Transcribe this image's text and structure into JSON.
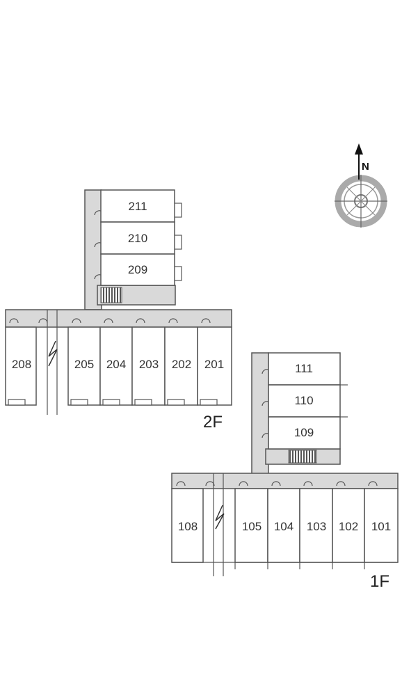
{
  "compass": {
    "north_label": "N",
    "icon": "compass-icon"
  },
  "floors": {
    "second": {
      "label": "2F",
      "wing_rooms": [
        "211",
        "210",
        "209"
      ],
      "row_rooms": [
        "208",
        "205",
        "204",
        "203",
        "202",
        "201"
      ]
    },
    "first": {
      "label": "1F",
      "wing_rooms": [
        "111",
        "110",
        "109"
      ],
      "row_rooms": [
        "108",
        "105",
        "104",
        "103",
        "102",
        "101"
      ]
    }
  },
  "colors": {
    "corridor": "#d9d9d9",
    "line": "#555555",
    "text": "#333333"
  }
}
